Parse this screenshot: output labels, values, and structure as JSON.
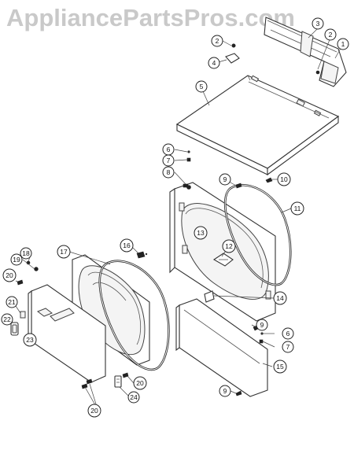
{
  "watermark": "AppliancePartsPros.com",
  "callouts": [
    {
      "id": "c1",
      "label": "1"
    },
    {
      "id": "c2a",
      "label": "2"
    },
    {
      "id": "c2b",
      "label": "2"
    },
    {
      "id": "c3",
      "label": "3"
    },
    {
      "id": "c4",
      "label": "4"
    },
    {
      "id": "c5",
      "label": "5"
    },
    {
      "id": "c6a",
      "label": "6"
    },
    {
      "id": "c7a",
      "label": "7"
    },
    {
      "id": "c8",
      "label": "8"
    },
    {
      "id": "c9a",
      "label": "9"
    },
    {
      "id": "c10",
      "label": "10"
    },
    {
      "id": "c11",
      "label": "11"
    },
    {
      "id": "c12",
      "label": "12"
    },
    {
      "id": "c13",
      "label": "13"
    },
    {
      "id": "c14",
      "label": "14"
    },
    {
      "id": "c9b",
      "label": "9"
    },
    {
      "id": "c6b",
      "label": "6"
    },
    {
      "id": "c7b",
      "label": "7"
    },
    {
      "id": "c15",
      "label": "15"
    },
    {
      "id": "c9c",
      "label": "9"
    },
    {
      "id": "c16",
      "label": "16"
    },
    {
      "id": "c17",
      "label": "17"
    },
    {
      "id": "c18",
      "label": "18"
    },
    {
      "id": "c19",
      "label": "19"
    },
    {
      "id": "c20a",
      "label": "20"
    },
    {
      "id": "c21",
      "label": "21"
    },
    {
      "id": "c22",
      "label": "22"
    },
    {
      "id": "c23",
      "label": "23"
    },
    {
      "id": "c20b",
      "label": "20"
    },
    {
      "id": "c24",
      "label": "24"
    },
    {
      "id": "c20c",
      "label": "20"
    }
  ]
}
